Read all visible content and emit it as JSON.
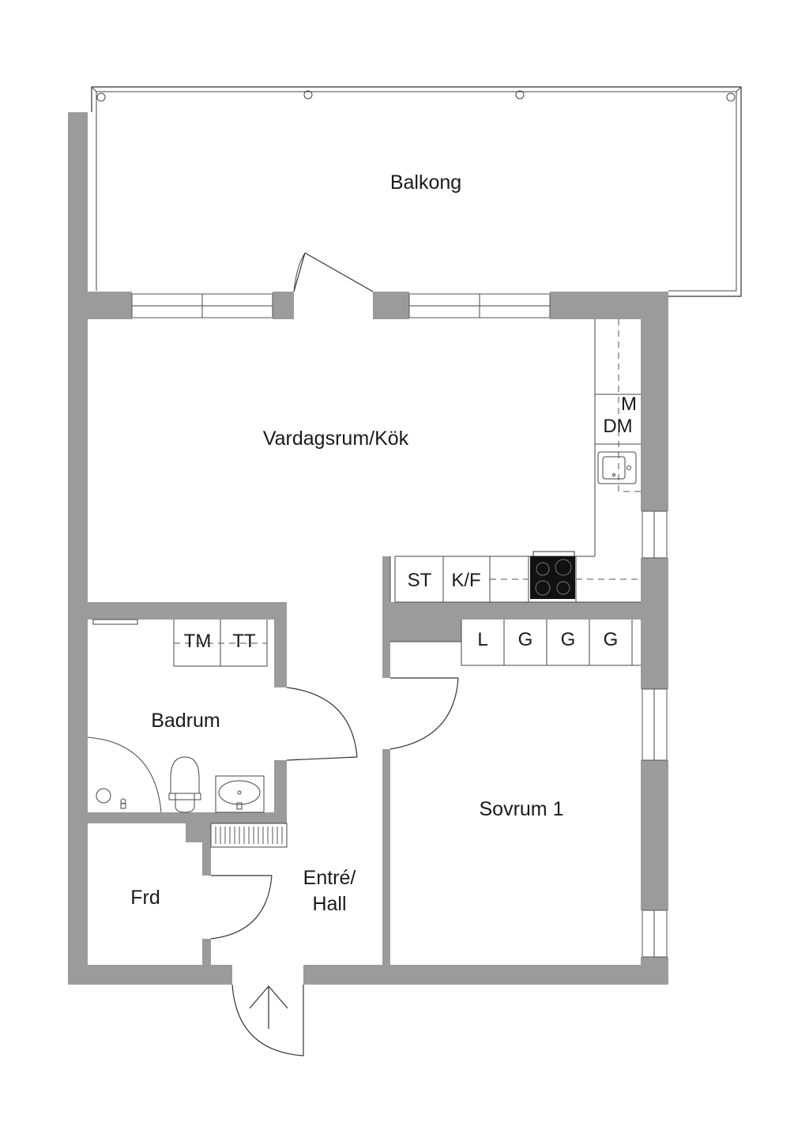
{
  "rooms": {
    "balkong": "Balkong",
    "vardagsrum": "Vardagsrum/Kök",
    "badrum": "Badrum",
    "sovrum": "Sovrum 1",
    "frd": "Frd",
    "entre_line1": "Entré/",
    "entre_line2": "Hall"
  },
  "fixtures": {
    "m": "M",
    "dm": "DM",
    "st": "ST",
    "kf": "K/F",
    "tm": "TM",
    "tt": "TT",
    "wardrobes": [
      "L",
      "G",
      "G",
      "G"
    ]
  },
  "colors": {
    "wall": "#9b9b9b",
    "line": "#333333",
    "stove": "#111111"
  },
  "icons": {
    "entrance": "entrance-arrow-icon",
    "stove": "stove-icon",
    "sink": "kitchen-sink-icon",
    "toilet": "toilet-icon",
    "basin": "wash-basin-icon",
    "shower": "shower-icon"
  }
}
